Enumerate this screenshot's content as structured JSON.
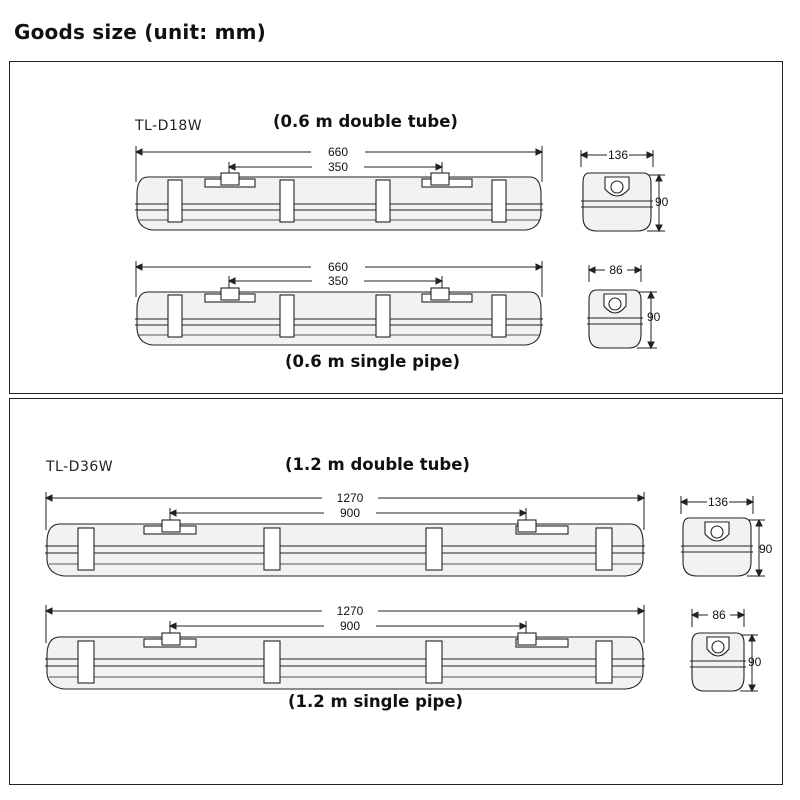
{
  "title": "Goods size (unit: mm)",
  "panels": {
    "d18w": {
      "model": "TL-D18W",
      "double_caption": "(0.6 m double tube)",
      "single_caption": "(0.6 m single pipe)",
      "double": {
        "length": "660",
        "inner": "350",
        "width": "136",
        "height": "90"
      },
      "single": {
        "length": "660",
        "inner": "350",
        "width": "86",
        "height": "90"
      }
    },
    "d36w": {
      "model": "TL-D36W",
      "double_caption": "(1.2 m double tube)",
      "single_caption": "(1.2 m single pipe)",
      "double": {
        "length": "1270",
        "inner": "900",
        "width": "136",
        "height": "90"
      },
      "single": {
        "length": "1270",
        "inner": "900",
        "width": "86",
        "height": "90"
      }
    }
  }
}
